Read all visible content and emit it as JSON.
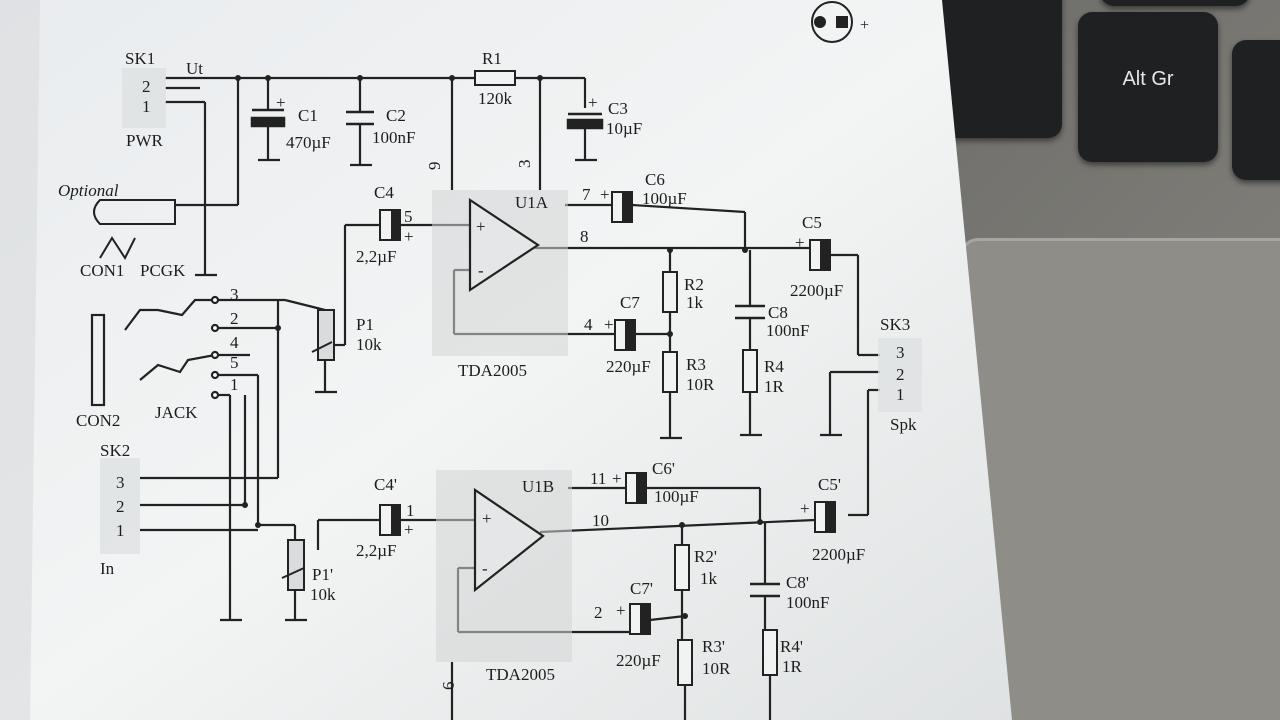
{
  "keyboard": {
    "altgr_label": "Alt Gr"
  },
  "schematic": {
    "labels": {
      "sk1": "SK1",
      "ut": "Ut",
      "sk1_p2": "2",
      "sk1_p1": "1",
      "pwr": "PWR",
      "r1": "R1",
      "r1_val": "120k",
      "c1": "C1",
      "c1_val": "470µF",
      "c2": "C2",
      "c2_val": "100nF",
      "c3": "C3",
      "c3_val": "10µF",
      "pin9": "9",
      "pin3": "3",
      "optional": "Optional",
      "con1": "CON1",
      "pcgk": "PCGK",
      "c4": "C4",
      "c4_pin": "5",
      "c4_val": "2,2µF",
      "u1a": "U1A",
      "pin7": "7",
      "c6": "C6",
      "c6_val": "100µF",
      "pin8": "8",
      "c5": "C5",
      "c5_val": "2200µF",
      "r2": "R2",
      "r2_val": "1k",
      "c7": "C7",
      "c7_val": "220µF",
      "pin4": "4",
      "c8": "C8",
      "c8_val": "100nF",
      "r3": "R3",
      "r3_val": "10R",
      "r4": "R4",
      "r4_val": "1R",
      "tda_a": "TDA2005",
      "p1": "P1",
      "p1_val": "10k",
      "j3": "3",
      "j2": "2",
      "j4": "4",
      "j5": "5",
      "j1": "1",
      "con2": "CON2",
      "jack": "JACK",
      "sk3": "SK3",
      "sk3_p3": "3",
      "sk3_p2": "2",
      "sk3_p1": "1",
      "spk": "Spk",
      "sk2": "SK2",
      "sk2_p3": "3",
      "sk2_p2": "2",
      "sk2_p1": "1",
      "in": "In",
      "c4b": "C4'",
      "c4b_pin": "1",
      "c4b_val": "2,2µF",
      "u1b": "U1B",
      "pin11": "11",
      "c6b": "C6'",
      "c6b_val": "100µF",
      "pin10": "10",
      "c5b": "C5'",
      "c5b_val": "2200µF",
      "p1b": "P1'",
      "p1b_val": "10k",
      "r2b": "R2'",
      "r2b_val": "1k",
      "c7b": "C7'",
      "c7b_val": "220µF",
      "pin2": "2",
      "c8b": "C8'",
      "c8b_val": "100nF",
      "r3b": "R3'",
      "r3b_val": "10R",
      "r4b": "R4'",
      "r4b_val": "1R",
      "tda_b": "TDA2005",
      "pin6": "6",
      "plus": "+",
      "minus": "-"
    }
  }
}
